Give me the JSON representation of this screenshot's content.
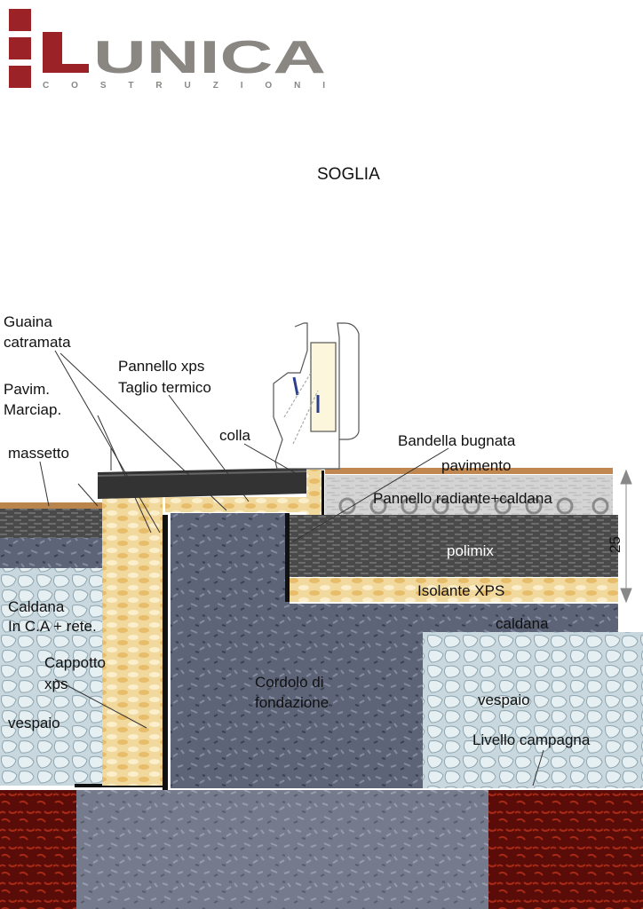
{
  "logo": {
    "brand": "LUNICA",
    "sub": "COSTRUZIONI",
    "colors": {
      "red": "#9b2226",
      "gray": "#8a8782"
    }
  },
  "title": "SOGLIA",
  "labels": {
    "guaina": "Guaina",
    "catramata": "catramata",
    "pannello_xps": "Pannello xps",
    "taglio_termico": "Taglio termico",
    "pavim": "Pavim.",
    "marciap": "Marciap.",
    "colla": "colla",
    "bandella": "Bandella bugnata",
    "pavimento": "pavimento",
    "massetto": "massetto",
    "pannello_radiante": "Pannello radiante+caldana",
    "polimix": "polimix",
    "dimension": "25",
    "isolante_xps": "Isolante XPS",
    "caldana_ca": "Caldana",
    "caldana_ca2": "In C.A + rete.",
    "caldana_right": "caldana",
    "cappotto": "Cappotto",
    "cappotto2": "xps",
    "cordolo": "Cordolo di",
    "cordolo2": "fondazione",
    "vespaio_left": "vespaio",
    "vespaio_right": "vespaio",
    "livello": "Livello campagna"
  }
}
